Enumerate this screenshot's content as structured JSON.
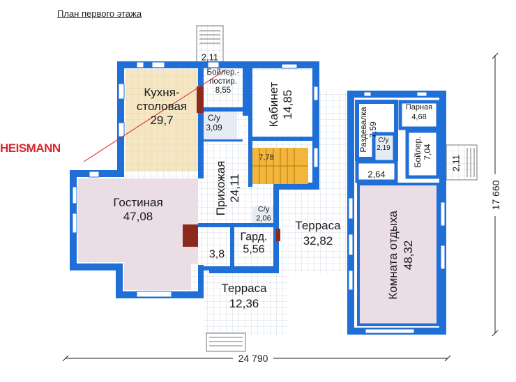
{
  "title": "План первого этажа",
  "brand": "HEISMANN",
  "colors": {
    "wall": "#1f6fd6",
    "kitchen": "#f5e6c4",
    "living": "#eadde6",
    "floor": "#ffffff",
    "tile": "#e6ecf4",
    "stair": "#f3b63a",
    "chimney": "#8b2a1c"
  },
  "dimensions": {
    "width": "24 790",
    "height": "17 660"
  },
  "rooms": {
    "kitchen": {
      "name": "Кухня-\nстоловая",
      "area": "29,7"
    },
    "boiler1": {
      "name": "Бойлер.-\nпостир.",
      "area": "8,55"
    },
    "cabinet": {
      "name": "Кабинет",
      "area": "14,85"
    },
    "wc1": {
      "name": "С/у",
      "area": "3,09"
    },
    "stair": {
      "area": "7,78"
    },
    "hall": {
      "name": "Прихожая",
      "area": "24,11"
    },
    "living": {
      "name": "Гостиная",
      "area": "47,08"
    },
    "wc2": {
      "name": "С/у",
      "area": "2,06"
    },
    "closet": {
      "area": "3,8"
    },
    "wardrobe": {
      "name": "Гард.",
      "area": "5,56"
    },
    "terrace_big": {
      "name": "Терраса",
      "area": "32,82"
    },
    "terrace_small": {
      "name": "Терраса",
      "area": "12,36"
    },
    "dressing": {
      "name": "Раздевалка",
      "area": "7,59"
    },
    "sauna": {
      "name": "Парная",
      "area": "4,68"
    },
    "wc3": {
      "name": "С/у",
      "area": "2,19"
    },
    "boiler2": {
      "name": "Бойлер.",
      "area": "7,04"
    },
    "vest2": {
      "area": "2,64"
    },
    "rest": {
      "name": "Комната отдыха",
      "area": "48,32"
    },
    "porch_top": {
      "area": "2,11"
    },
    "porch_right": {
      "area": "2,11"
    }
  }
}
